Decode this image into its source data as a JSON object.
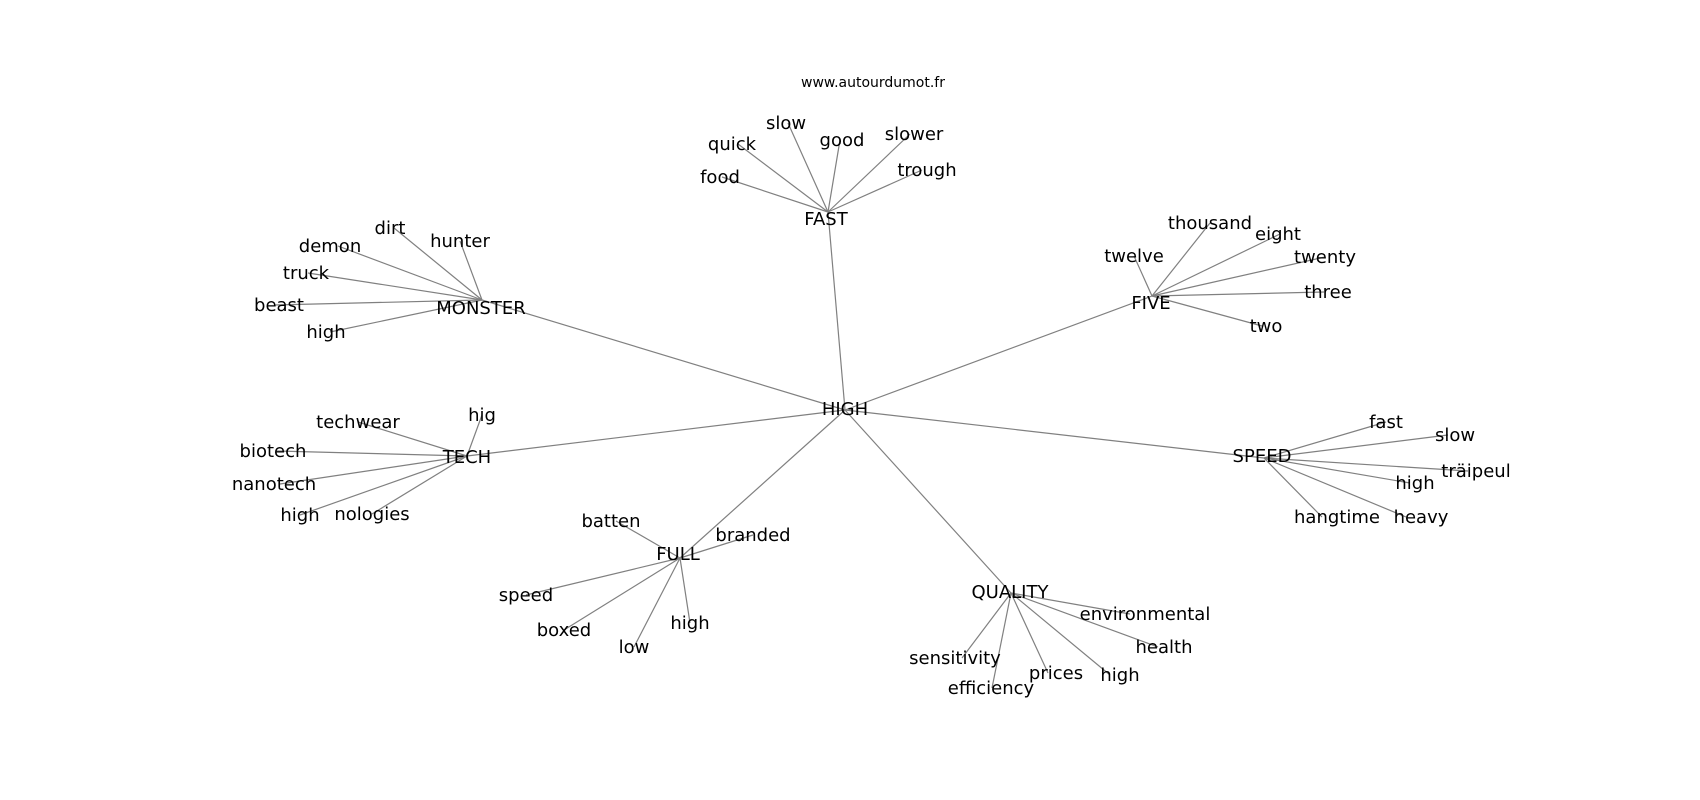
{
  "source": "www.autourdumot.fr",
  "center": "HIGH",
  "clusters": [
    {
      "word": "FAST",
      "children": [
        "food",
        "quick",
        "slow",
        "good",
        "slower",
        "trough"
      ]
    },
    {
      "word": "MONSTER",
      "children": [
        "dirt",
        "hunter",
        "demon",
        "truck",
        "beast",
        "high"
      ]
    },
    {
      "word": "FIVE",
      "children": [
        "thousand",
        "eight",
        "twelve",
        "twenty",
        "three",
        "two"
      ]
    },
    {
      "word": "TECH",
      "children": [
        "hig",
        "techwear",
        "biotech",
        "nanotech",
        "high",
        "nologies"
      ]
    },
    {
      "word": "SPEED",
      "children": [
        "fast",
        "slow",
        "träipeul",
        "high",
        "hangtime",
        "heavy"
      ]
    },
    {
      "word": "FULL",
      "children": [
        "batten",
        "branded",
        "speed",
        "boxed",
        "low",
        "high"
      ]
    },
    {
      "word": "QUALITY",
      "children": [
        "environmental",
        "health",
        "sensitivity",
        "efficiency",
        "prices",
        "high"
      ]
    }
  ]
}
